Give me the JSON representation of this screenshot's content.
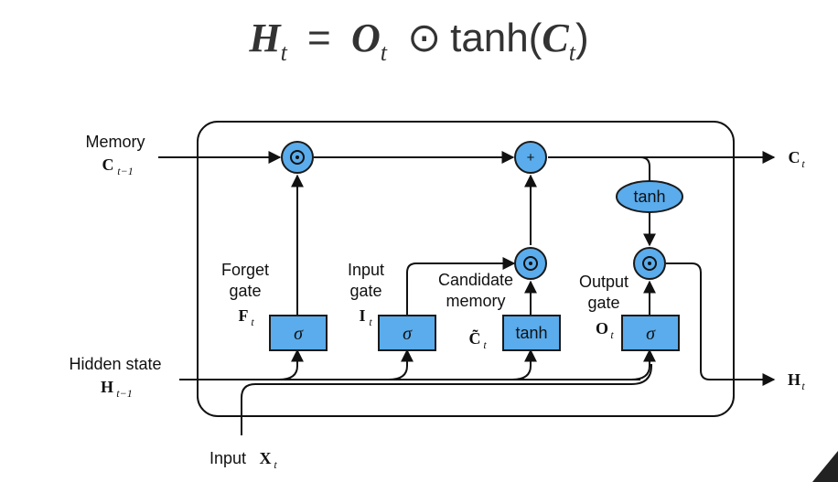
{
  "formula": {
    "lhs": "H",
    "lhs_sub": "t",
    "equals": "=",
    "o": "O",
    "o_sub": "t",
    "odot": "⊙",
    "func": "tanh(",
    "c": "C",
    "c_sub": "t",
    "close": ")"
  },
  "inputs": {
    "memory_label": "Memory",
    "memory_sym": "C",
    "memory_sub": "t−1",
    "hidden_label": "Hidden state",
    "hidden_sym": "H",
    "hidden_sub": "t−1",
    "input_label": "Input",
    "input_sym": "X",
    "input_sub": "t"
  },
  "outputs": {
    "c_sym": "C",
    "c_sub": "t",
    "h_sym": "H",
    "h_sub": "t"
  },
  "gates": {
    "forget_line1": "Forget",
    "forget_line2": "gate",
    "forget_sym": "F",
    "forget_sub": "t",
    "input_line1": "Input",
    "input_line2": "gate",
    "input_sym": "I",
    "input_sub": "t",
    "candidate_line1": "Candidate",
    "candidate_line2": "memory",
    "candidate_sym": "C̃",
    "candidate_sub": "t",
    "output_line1": "Output",
    "output_line2": "gate",
    "output_sym": "O",
    "output_sub": "t"
  },
  "blocks": {
    "sigma": "σ",
    "tanh": "tanh",
    "odot": "⊙",
    "plus": "+"
  },
  "colors": {
    "block_fill": "#5aacec",
    "block_stroke": "#1a1a1a",
    "line": "#111111"
  }
}
